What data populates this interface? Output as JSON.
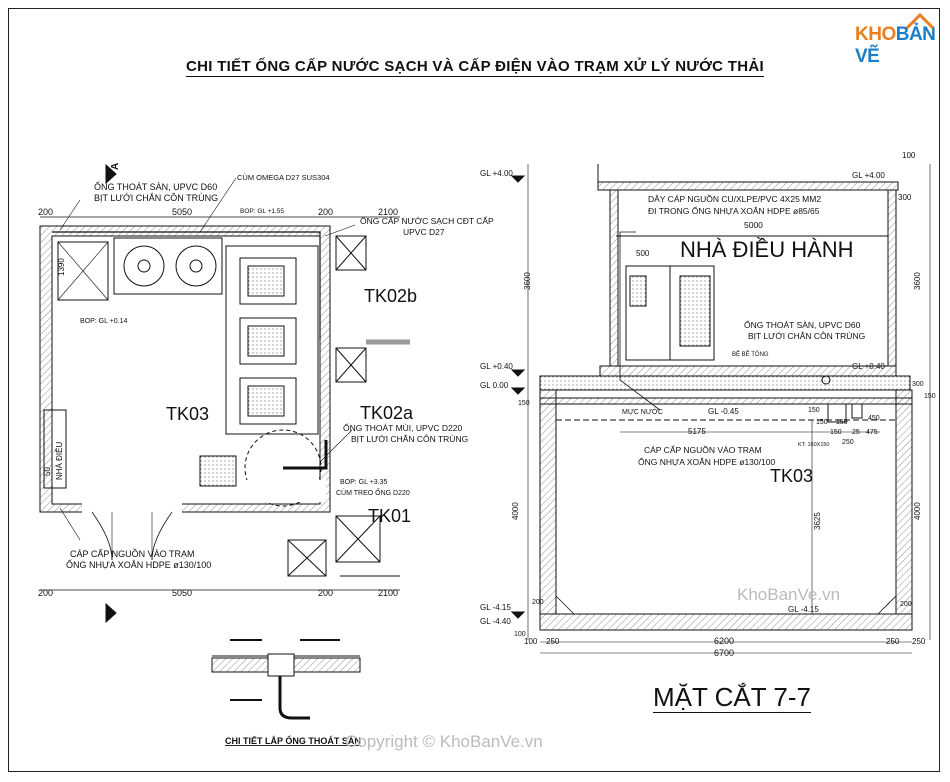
{
  "title": "CHI TIẾT ỐNG CẤP NƯỚC SẠCH VÀ CẤP ĐIỆN VÀO TRẠM XỬ LÝ NƯỚC THẢI",
  "logo": {
    "part1": "KHO",
    "part2": "BẢN VẼ"
  },
  "section_title": "MẶT CẮT 7-7",
  "copyright": "Copyright © KhoBanVe.vn",
  "watermark": "KhoBanVe.vn",
  "detail_title": "CHI TIẾT LẮP ỐNG THOÁT SÀN",
  "plan": {
    "labels": {
      "drain_top": "ỐNG THOÁT SÀN, UPVC D60",
      "drain_top2": "BỊT LƯỚI CHẮN CÔN TRÙNG",
      "omega": "CÙM OMEGA D27 SUS304",
      "bop155": "BOP: GL +1.55",
      "water_pipe": "ỐNG CẤP NƯỚC SẠCH CĐT CẤP",
      "water_pipe2": "UPVC D27",
      "bop014": "BOP: GL +0.14",
      "vent": "ỐNG THOÁT MÙI, UPVC D220",
      "vent2": "BỊT LƯỚI CHẮN CÔN TRÙNG",
      "bop335": "BOP: GL +3.35",
      "cum_treo": "CÙM TREO ỐNG D220",
      "power_in": "CÁP CẤP NGUỒN VÀO TRẠM",
      "power_in2": "ỐNG NHỰA XOẮN HDPE ø130/100",
      "tk03": "TK03",
      "tk02b": "TK02b",
      "tk02a": "TK02a",
      "tk01": "TK01",
      "dim200a": "200",
      "dim5050a": "5050",
      "dim200b": "200",
      "dim2100a": "2100",
      "dim200c": "200",
      "dim5050b": "5050",
      "dim200d": "200",
      "dim2100b": "2100",
      "dim1390": "1390",
      "dim50": "50",
      "side_label": "NHÀ ĐIỀU",
      "section_mark_a": "A"
    }
  },
  "section": {
    "labels": {
      "gl400": "GL +4.00",
      "gl400r": "GL +4.00",
      "dim100": "100",
      "dim300": "300",
      "cable": "DÂY CÁP NGUỒN CU/XLPE/PVC 4X25 MM2",
      "cable2": "ĐI TRONG ỐNG NHỰA XOẮN HDPE ø85/65",
      "dim5000": "5000",
      "dim500": "500",
      "room": "NHÀ ĐIỀU HÀNH",
      "dim3600l": "3600",
      "dim3600r": "3600",
      "drain": "ỐNG THOÁT SÀN, UPVC D60",
      "drain2": "BỊT LƯỚI CHẮN CÔN TRÙNG",
      "gl040l": "GL +0.40",
      "gl040r": "GL +0.40",
      "be": "BỆ BÊ TÔNG",
      "gl000": "GL 0.00",
      "dim150l": "150",
      "dim150r": "150",
      "dim300b": "300",
      "water_level": "MỰC NƯỚC",
      "gl_045": "GL -0.45",
      "dim5175": "5175",
      "d150a": "150",
      "d150b": "150",
      "d25": "25",
      "d475": "475",
      "d250a": "250",
      "kt": "KT: 150X150",
      "d150c": "150",
      "d150d": "150",
      "d450": "450",
      "cable_in": "CÁP CẤP NGUỒN VÀO TRẠM",
      "cable_in2": "ỐNG NHỰA XOẮN HDPE ø130/100",
      "tk03": "TK03",
      "dim4000l": "4000",
      "dim4000r": "4000",
      "dim3625": "3625",
      "dim200l": "200",
      "dim200r": "200",
      "gl_415l": "GL -4.15",
      "gl_415m": "GL -4.15",
      "gl_440": "GL -4.40",
      "dim100b": "100",
      "dim250b": "250",
      "dim100c": "100",
      "dim250c": "250",
      "dim250d": "250",
      "dim6200": "6200",
      "dim6700": "6700"
    }
  }
}
